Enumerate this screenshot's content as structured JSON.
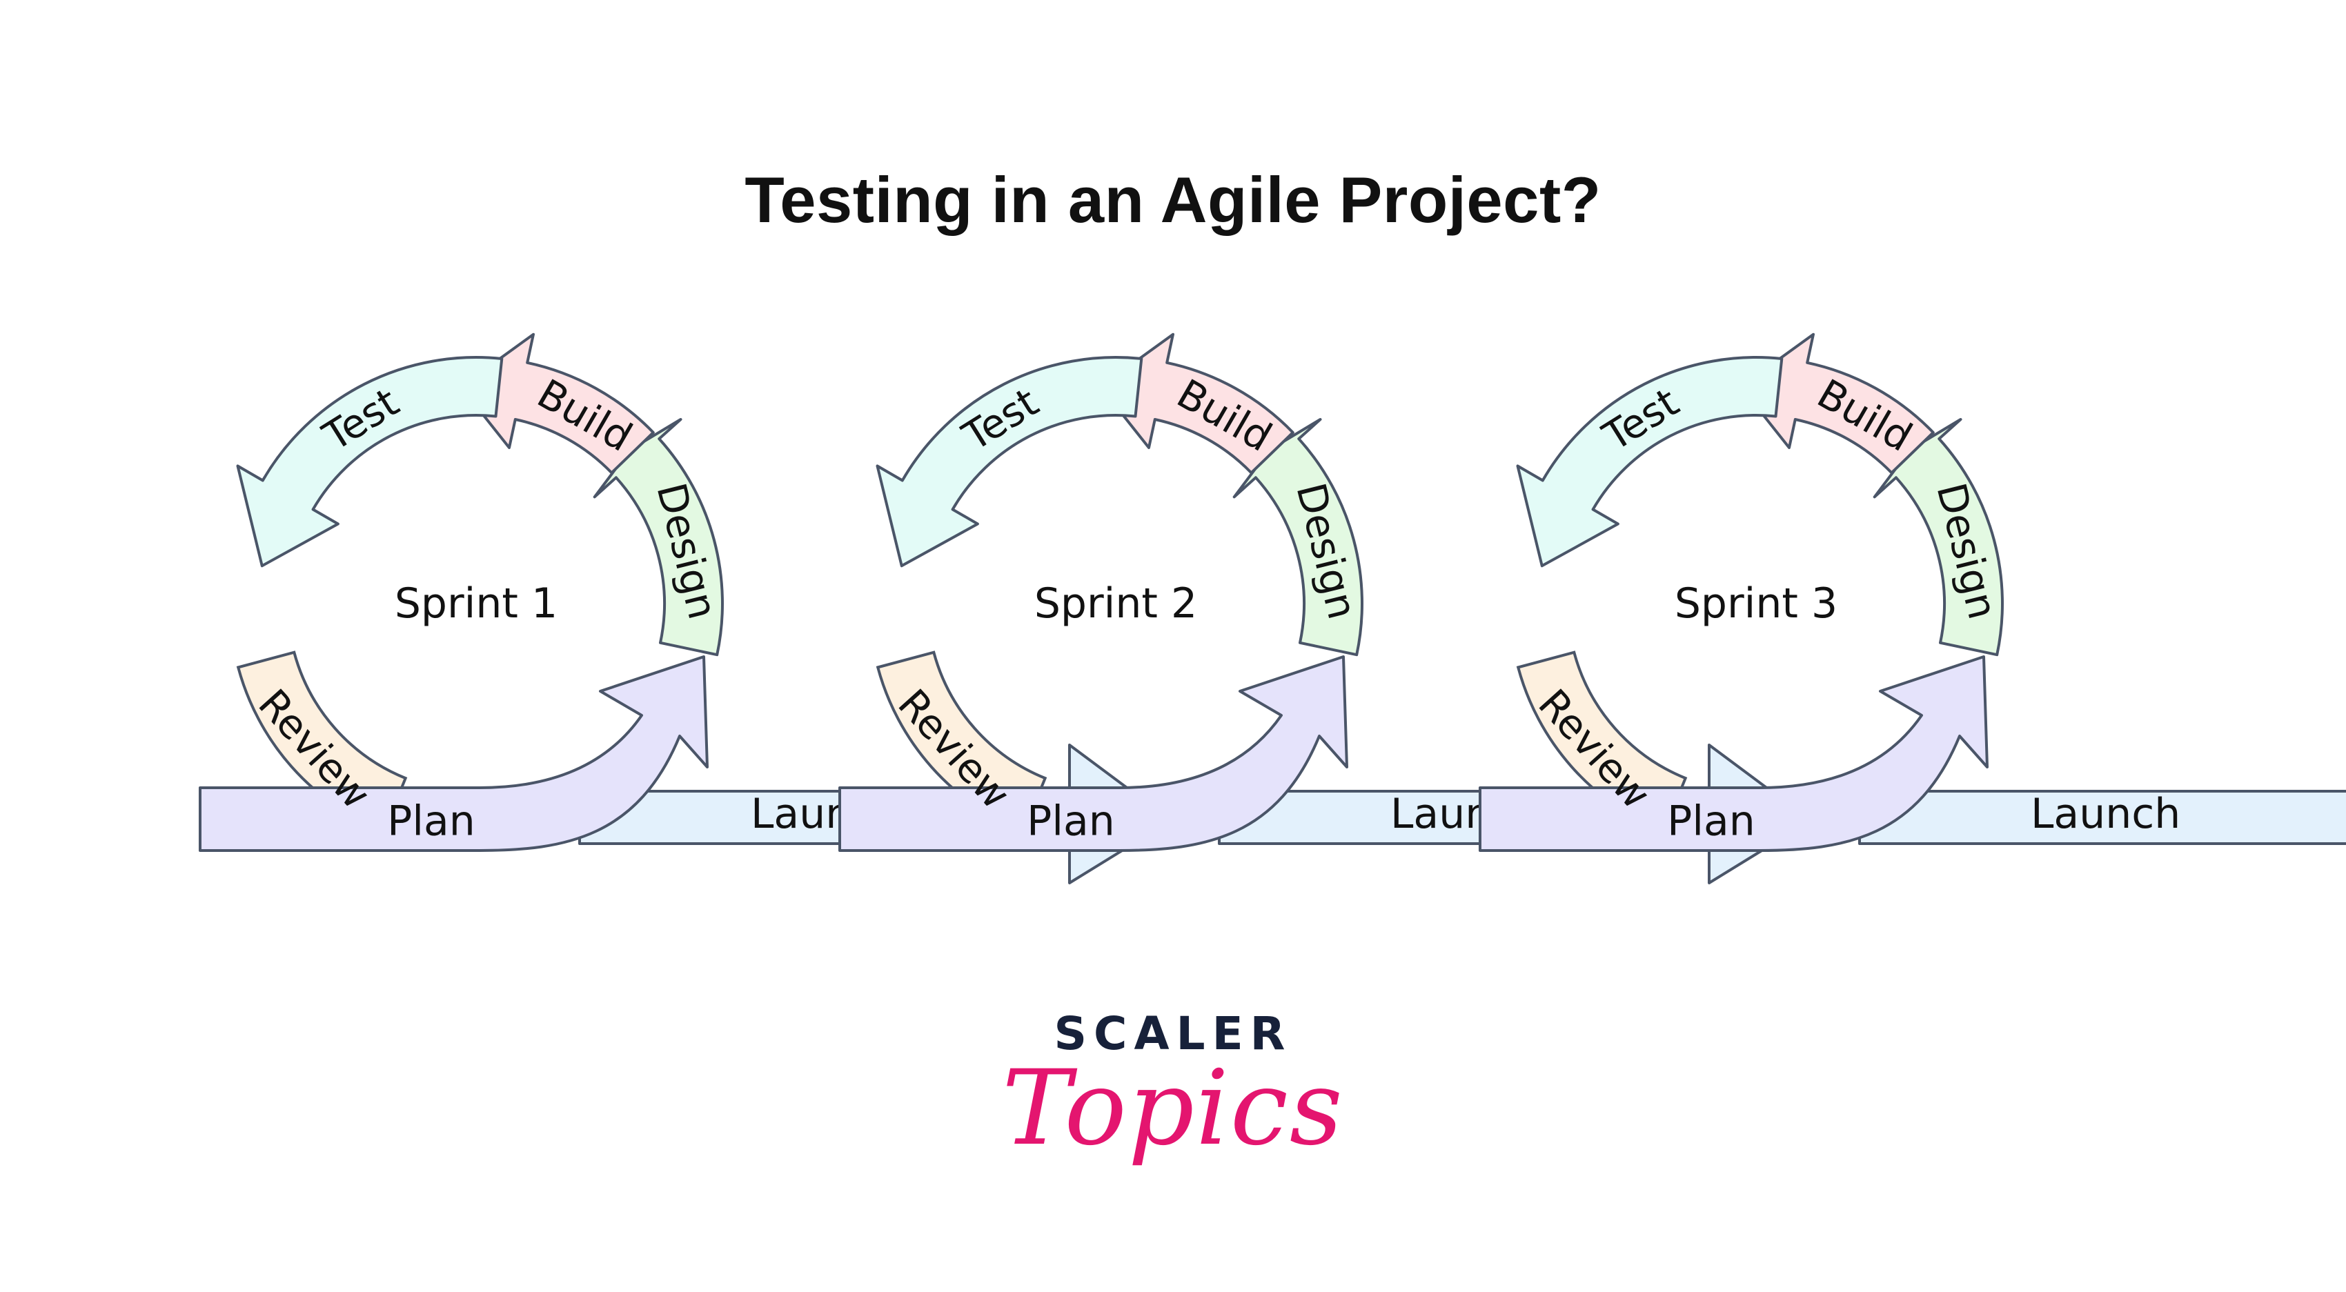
{
  "title": "Testing in an Agile Project?",
  "sprints": [
    {
      "name": "Sprint 1",
      "phases": {
        "build": "Build",
        "test": "Test",
        "design": "Design",
        "review": "Review",
        "plan": "Plan",
        "launch": "Launch"
      }
    },
    {
      "name": "Sprint 2",
      "phases": {
        "build": "Build",
        "test": "Test",
        "design": "Design",
        "review": "Review",
        "plan": "Plan",
        "launch": "Launch"
      }
    },
    {
      "name": "Sprint 3",
      "phases": {
        "build": "Build",
        "test": "Test",
        "design": "Design",
        "review": "Review",
        "plan": "Plan",
        "launch": "Launch"
      }
    }
  ],
  "brand": {
    "name": "SCALER",
    "sub": "Topics"
  },
  "colors": {
    "outline": "#4a5568",
    "build": "#fde2e4",
    "test": "#e3fbf7",
    "design": "#e3f9e2",
    "review": "#fdf0df",
    "plan": "#e5e3fb",
    "launch": "#e3f1fc",
    "brand_dark": "#17213a",
    "brand_pink": "#e4156f"
  }
}
